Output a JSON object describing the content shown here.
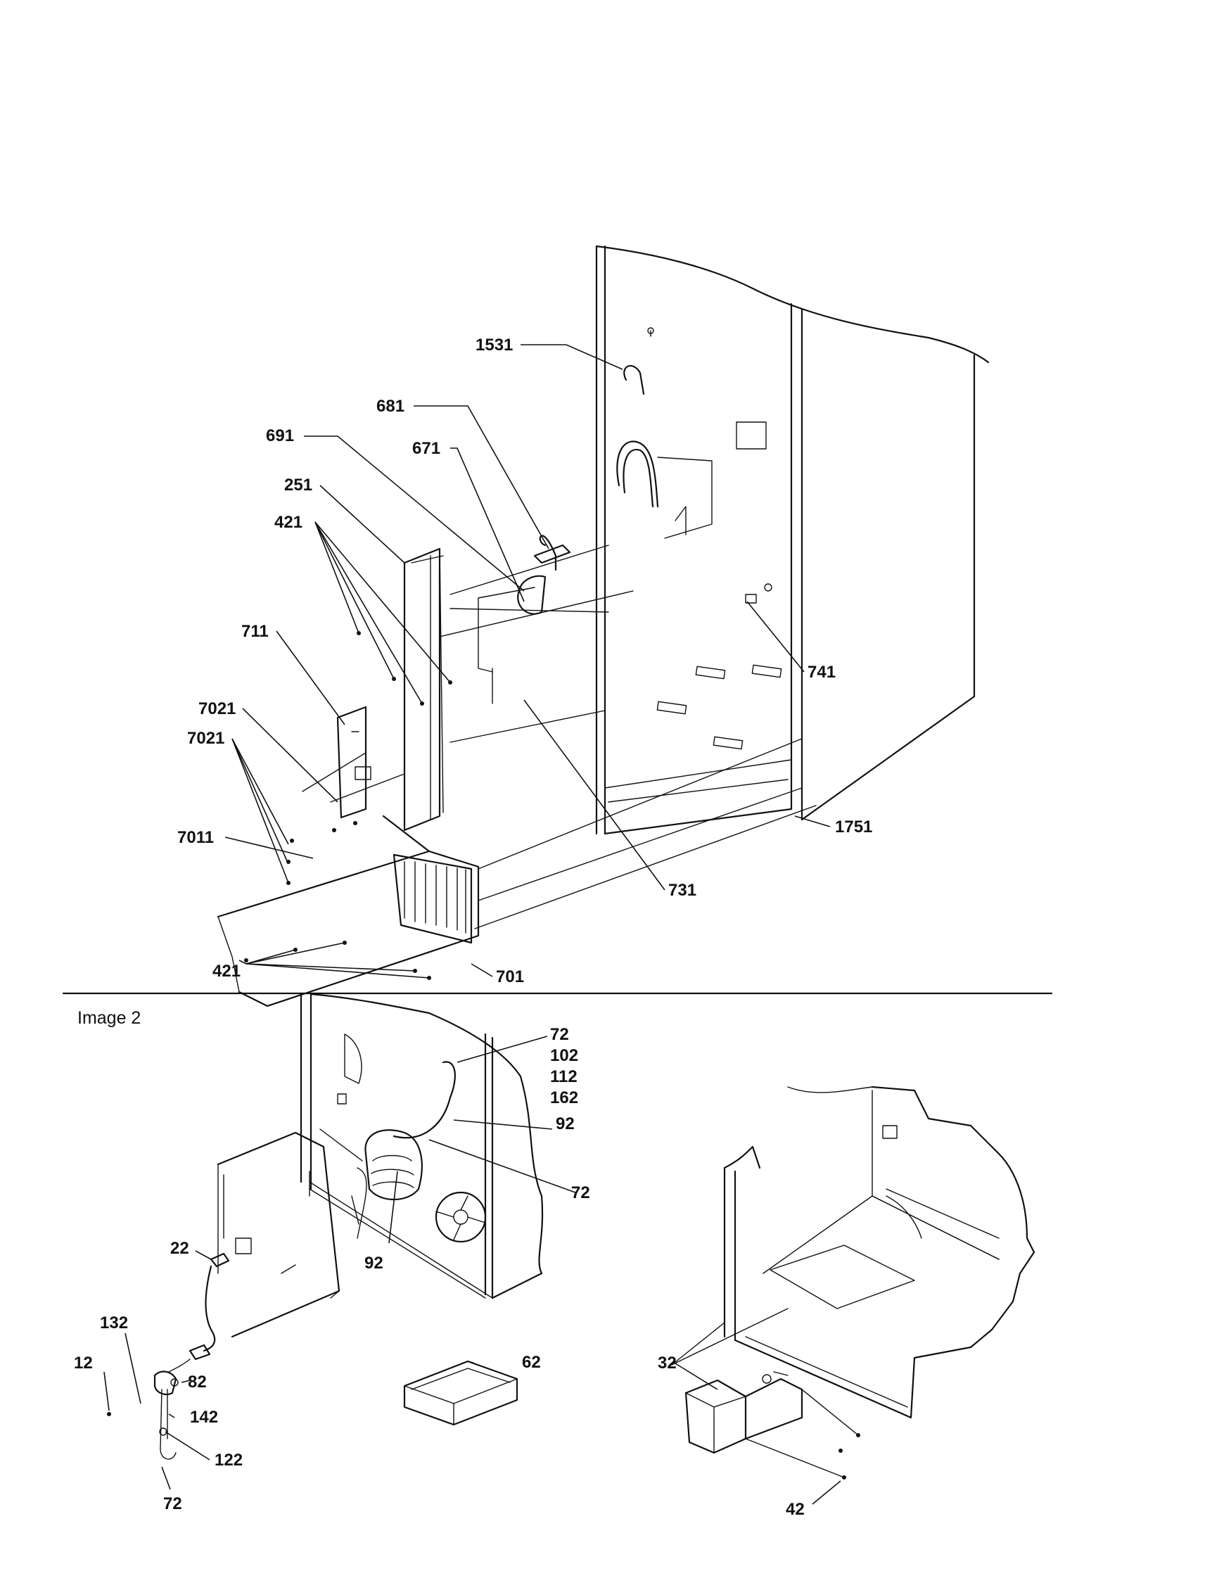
{
  "upper_view": {
    "callouts": [
      "1531",
      "681",
      "691",
      "671",
      "251",
      "421",
      "711",
      "7021",
      "7021",
      "7011",
      "741",
      "1751",
      "731",
      "421",
      "701"
    ]
  },
  "lower_view": {
    "caption": "Image 2",
    "callouts": [
      "72",
      "102",
      "112",
      "162",
      "92",
      "72",
      "92",
      "22",
      "62",
      "132",
      "12",
      "82",
      "142",
      "122",
      "72",
      "32",
      "42"
    ]
  }
}
